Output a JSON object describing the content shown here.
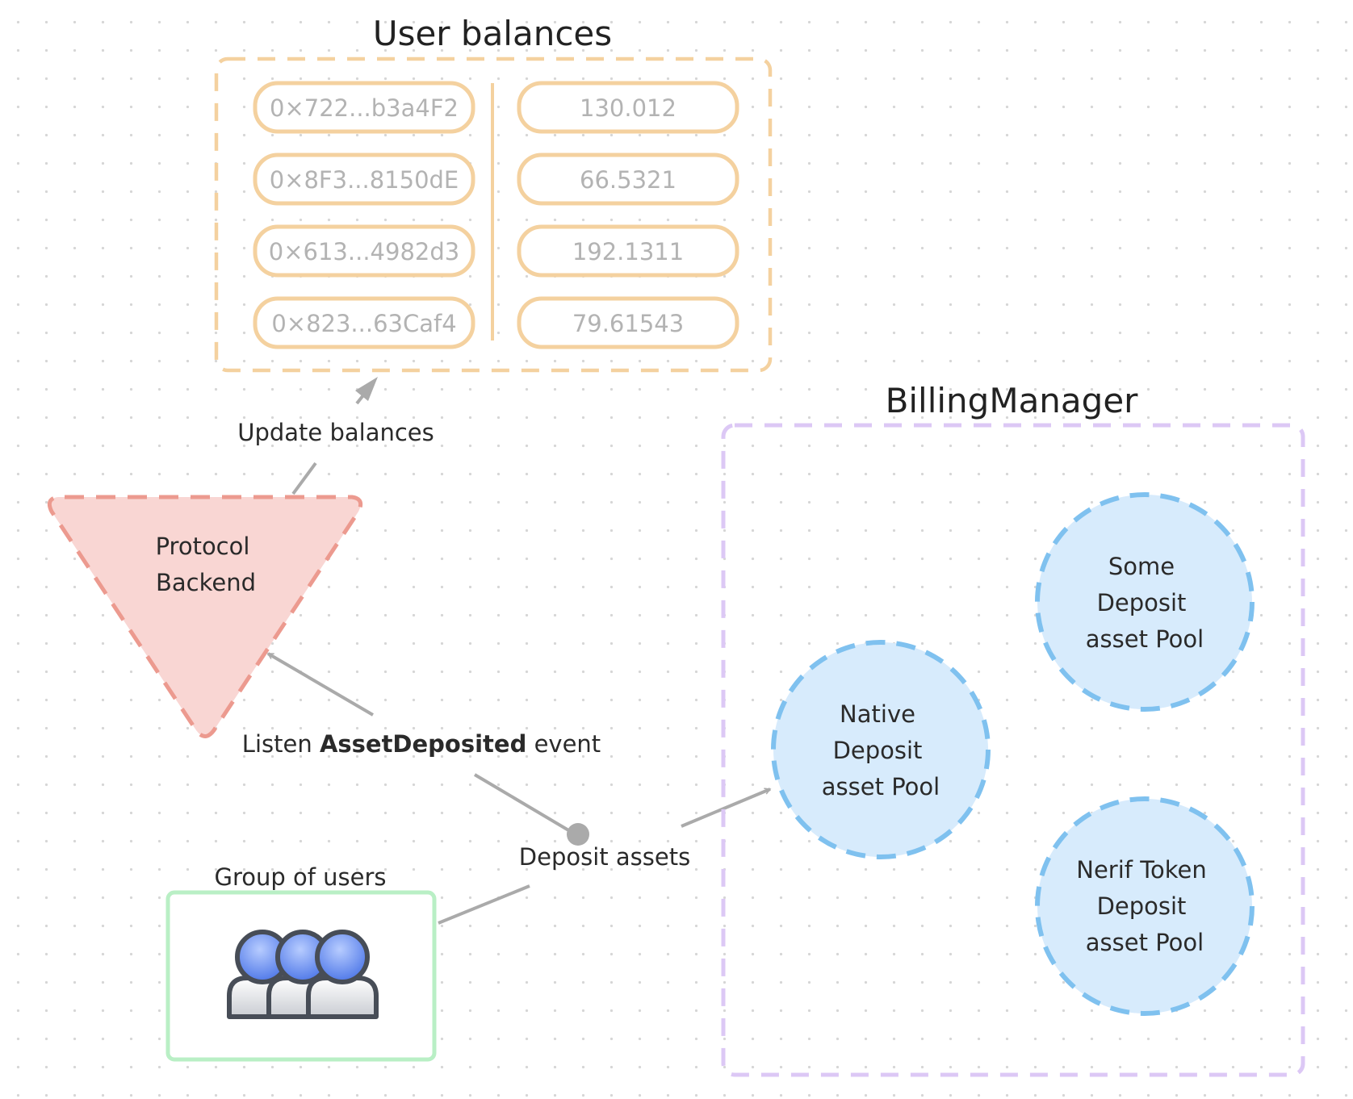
{
  "user_balances": {
    "title": "User balances",
    "rows": [
      {
        "address": "0×722...b3a4F2",
        "balance": "130.012"
      },
      {
        "address": "0×8F3...8150dE",
        "balance": "66.5321"
      },
      {
        "address": "0×613...4982d3",
        "balance": "192.1311"
      },
      {
        "address": "0×823...63Caf4",
        "balance": "79.61543"
      }
    ]
  },
  "protocol_backend": {
    "line1": "Protocol",
    "line2": "Backend"
  },
  "edges": {
    "update_balances": "Update balances",
    "listen_prefix": "Listen ",
    "listen_event": "AssetDeposited",
    "listen_suffix": " event",
    "deposit_assets": "Deposit assets"
  },
  "users": {
    "title": "Group of users",
    "icon": "users-group-icon"
  },
  "billing_manager": {
    "title": "BillingManager",
    "pools": [
      {
        "line1": "Native",
        "line2": "Deposit",
        "line3": "asset Pool"
      },
      {
        "line1": "Some",
        "line2": "Deposit",
        "line3": "asset Pool"
      },
      {
        "line1": "Nerif Token",
        "line2": "Deposit",
        "line3": "asset Pool"
      }
    ]
  },
  "colors": {
    "balances": "#f4d19f",
    "backend_fill": "#f9d6d3",
    "backend_stroke": "#ec9a8f",
    "users_box": "#b9efc5",
    "billing": "#dcc8f5",
    "pool_fill": "#d7ebfc",
    "pool_stroke": "#7fc1ef",
    "arrow": "#aaaaaa"
  }
}
